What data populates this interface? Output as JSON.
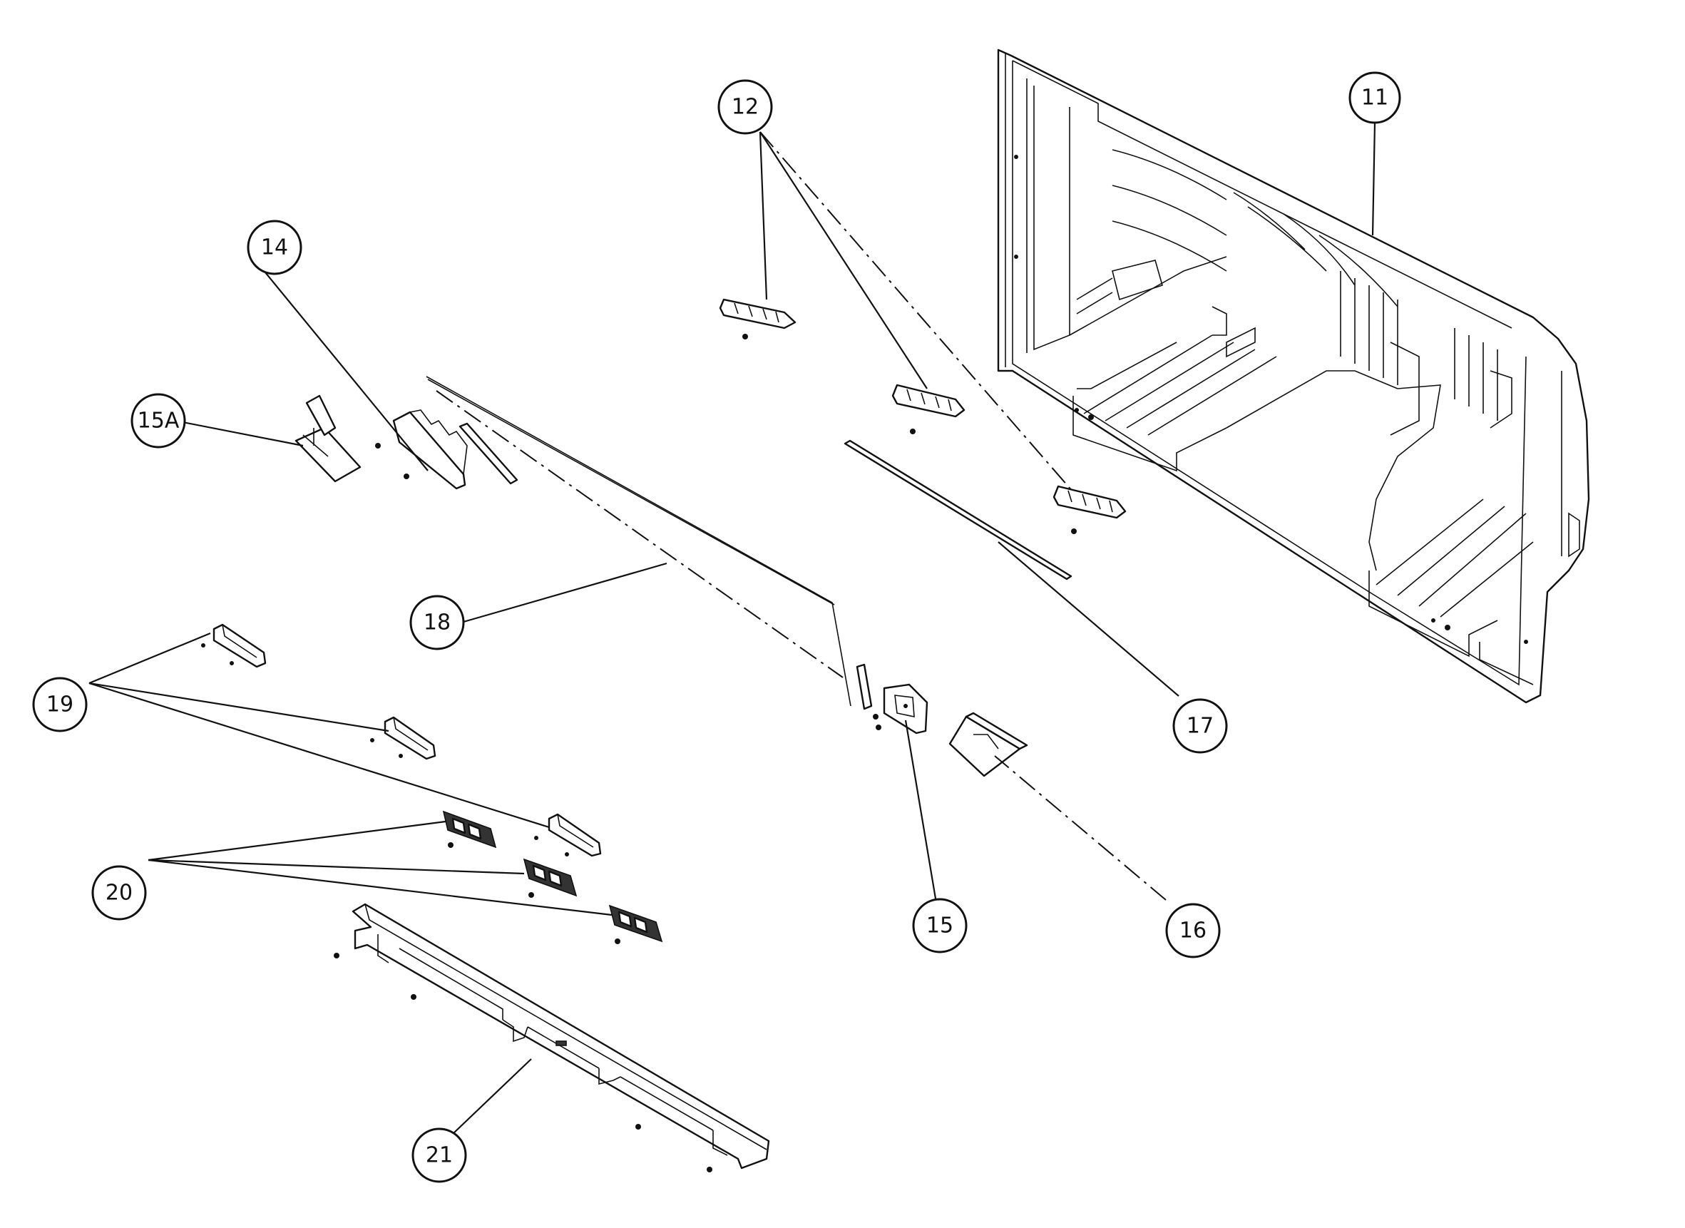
{
  "diagram": {
    "line_color": "#111111",
    "background": "#ffffff",
    "callouts": [
      {
        "id": "11",
        "label": "11"
      },
      {
        "id": "12",
        "label": "12"
      },
      {
        "id": "14",
        "label": "14"
      },
      {
        "id": "15",
        "label": "15"
      },
      {
        "id": "15a",
        "label": "15A"
      },
      {
        "id": "16",
        "label": "16"
      },
      {
        "id": "17",
        "label": "17"
      },
      {
        "id": "18",
        "label": "18"
      },
      {
        "id": "19",
        "label": "19"
      },
      {
        "id": "20",
        "label": "20"
      },
      {
        "id": "21",
        "label": "21"
      }
    ]
  }
}
